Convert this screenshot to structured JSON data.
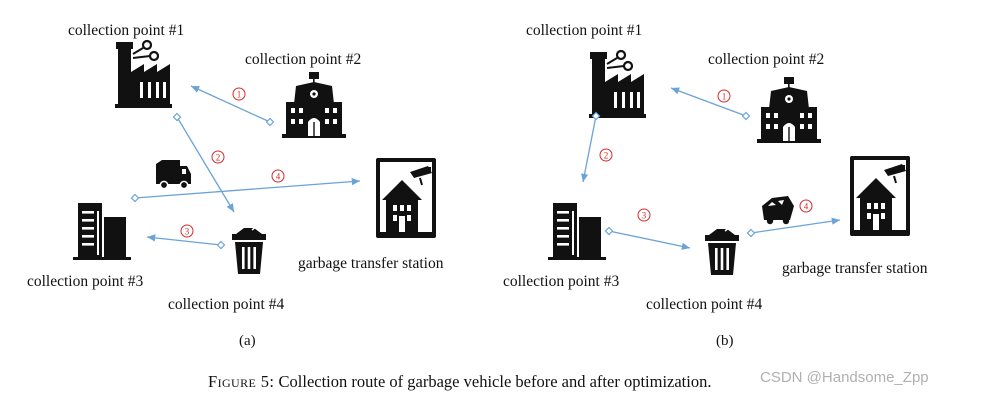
{
  "colors": {
    "route": "#6aa3d8",
    "step_circle": "#d42b2b",
    "icon": "#111111"
  },
  "icons": {
    "collection_point_1": "factory-icon",
    "collection_point_2": "school-building-icon",
    "collection_point_3": "apartment-building-icon",
    "collection_point_4": "trash-can-icon",
    "transfer_station": "station-with-camera-icon",
    "vehicle": "garbage-truck-icon"
  },
  "panel_a": {
    "labels": {
      "cp1": "collection point #1",
      "cp2": "collection point #2",
      "cp3": "collection point #3",
      "cp4": "collection point #4",
      "station": "garbage transfer station"
    },
    "subcaption": "(a)",
    "steps": [
      "1",
      "2",
      "3",
      "4"
    ]
  },
  "panel_b": {
    "labels": {
      "cp1": "collection point #1",
      "cp2": "collection point #2",
      "cp3": "collection point #3",
      "cp4": "collection point #4",
      "station": "garbage transfer station"
    },
    "subcaption": "(b)",
    "steps": [
      "1",
      "2",
      "3",
      "4"
    ]
  },
  "caption": {
    "prefix": "Figure 5:",
    "text": " Collection route of garbage vehicle before and after optimization."
  },
  "watermark": "CSDN @Handsome_Zpp"
}
